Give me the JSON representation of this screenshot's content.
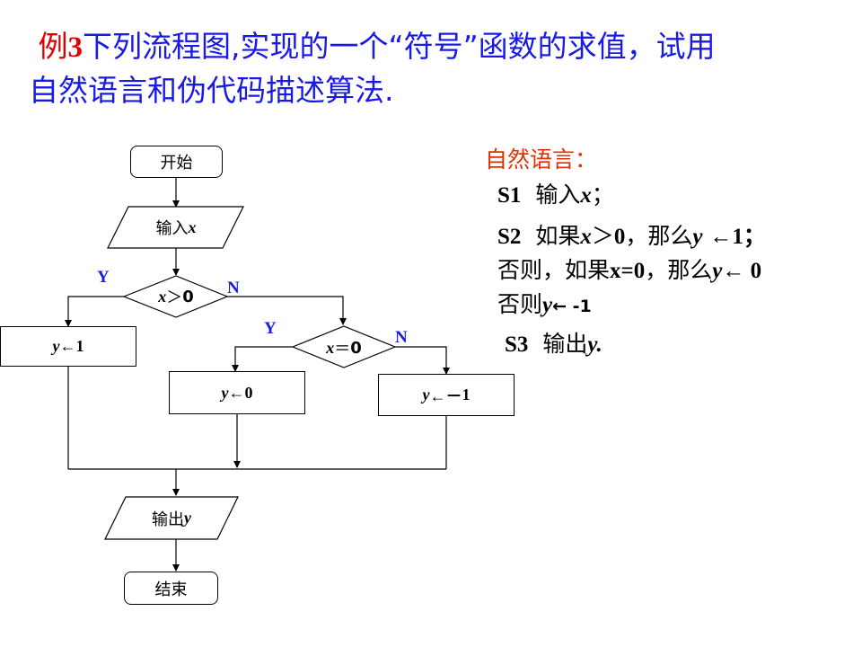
{
  "title": {
    "example_label": "例",
    "example_number": "3",
    "line1_rest": "下列流程图,实现的一个“符号”函数的求值，试用",
    "line2": "自然语言和伪代码描述算法."
  },
  "flowchart": {
    "start": "开始",
    "input_label": "输入",
    "input_var": "x",
    "cond1_var": "x",
    "cond1_op": "＞",
    "cond1_val": "0",
    "yes": "Y",
    "no": "N",
    "assign_pos": {
      "var": "y",
      "arrow": "←",
      "val": "1"
    },
    "cond2_var": "x",
    "cond2_op": "＝",
    "cond2_val": "0",
    "assign_zero": {
      "var": "y",
      "arrow": "←",
      "val": "0"
    },
    "assign_neg": {
      "var": "y",
      "arrow": "←－",
      "val": "1"
    },
    "output_label": "输出",
    "output_var": "y",
    "end": "结束"
  },
  "description": {
    "heading": "自然语言：",
    "s1": {
      "step": "S1",
      "text": "输入",
      "var": "x",
      "tail": "；"
    },
    "s2": {
      "step": "S2",
      "l1_a": "如果",
      "l1_var": "x",
      "l1_op": "＞",
      "l1_num": "0",
      "l1_b": "，那么",
      "l1_y": "y",
      "l1_arrow": "←1；",
      "l2_a": "否则，如果",
      "l2_cond": "x=0",
      "l2_b": "，那么",
      "l2_y": "y",
      "l2_arrow": "← 0",
      "l3_a": "否则",
      "l3_y": "y",
      "l3_arrow": "← -1"
    },
    "s3": {
      "step": "S3",
      "text": "输出",
      "var": "y."
    }
  },
  "colors": {
    "title": "#1a1ae6",
    "accent_red": "#e00000",
    "heading_orange": "#e03000",
    "yes_no": "#1a1ae6"
  }
}
